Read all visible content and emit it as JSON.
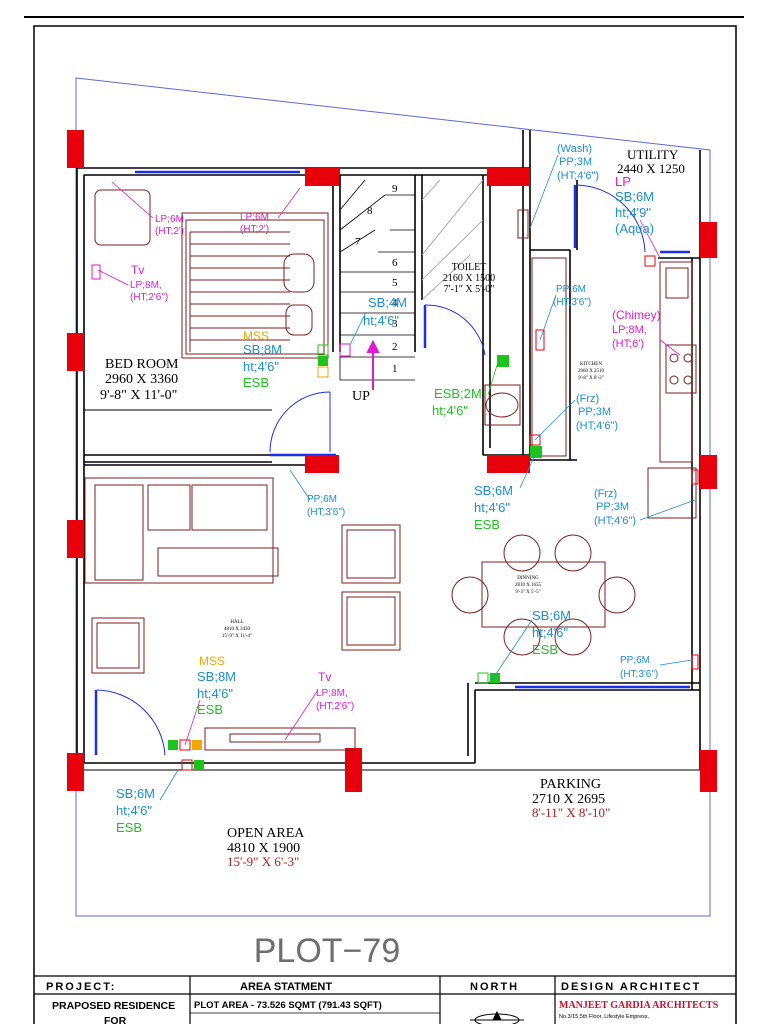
{
  "colors": {
    "wall": "#000000",
    "column": "#e8000b",
    "furniture": "#7b1f1f",
    "blue": "#1d2ee8",
    "cyan": "#1a8fd6",
    "magenta": "#e01ad0",
    "green": "#1ec41e",
    "orange": "#f0a800",
    "dim_red": "#b0201a",
    "plot_title": "#6e6e6e"
  },
  "rooms": {
    "bedroom": {
      "name": "BED ROOM",
      "size": "2960 X 3360",
      "size_ft": "9'-8\" X 11'-0\""
    },
    "toilet": {
      "name": "TOILET",
      "size": "2160 X 1500",
      "size_ft": "7'-1\" X 5'-0\""
    },
    "utility": {
      "name": "UTILITY",
      "size": "2440 X 1250"
    },
    "kitchen": {
      "name": "KITCHEN",
      "size": "2960 X 2510",
      "size_ft": "9'-8\" X 8'-3\""
    },
    "hall": {
      "name": "HALL",
      "size": "4810 X 3450",
      "size_ft": "15'-9\" X 11'-4\""
    },
    "dining": {
      "name": "DINNING",
      "size": "2810 X 1655",
      "size_ft": "9'-3\" X 5'-5\""
    },
    "parking": {
      "name": "PARKING",
      "size": "2710 X 2695",
      "size_ft": "8'-11\" X 8'-10\""
    },
    "open_area": {
      "name": "OPEN AREA",
      "size": "4810 X 1900",
      "size_ft": "15'-9\" X 6'-3\""
    }
  },
  "stair": {
    "steps": [
      "1",
      "2",
      "3",
      "4",
      "5",
      "6",
      "7",
      "8",
      "9"
    ],
    "up_label": "UP"
  },
  "electrical": {
    "bed_lp1": {
      "l1": "LP;6M",
      "l2": "(HT;2')"
    },
    "bed_lp2": {
      "l1": "LP;6M",
      "l2": "(HT;2')"
    },
    "bed_tv": {
      "l1": "Tv",
      "l2": "LP;8M,",
      "l3": "(HT;2'6\")"
    },
    "bed_mss": {
      "l1": "MSS",
      "l2": "SB;8M",
      "l3": "ht;4'6\"",
      "l4": "ESB"
    },
    "stair_sb": {
      "l1": "SB;4M",
      "l2": "ht;4'6\""
    },
    "toilet_esb": {
      "l1": "ESB;2M",
      "l2": "ht;4'6\""
    },
    "wash": {
      "l1": "(Wash)",
      "l2": "PP;3M",
      "l3": "(HT;4'6\")"
    },
    "utility_lp": {
      "l1": "LP",
      "l2": "SB;6M",
      "l3": "ht;4'9\"",
      "l4": "(Aqua)"
    },
    "kitchen_pp": {
      "l1": "PP;6M",
      "l2": "(HT;3'6\")"
    },
    "chimney": {
      "l1": "(Chimey)",
      "l2": "LP;8M,",
      "l3": "(HT;6')"
    },
    "frz1": {
      "l1": "(Frz)",
      "l2": "PP;3M",
      "l3": "(HT;4'6\")"
    },
    "frz2": {
      "l1": "(Frz)",
      "l2": "PP;3M",
      "l3": "(HT;4'6\")"
    },
    "hall_pp": {
      "l1": "PP;6M",
      "l2": "(HT;3'6\")"
    },
    "hall_sb": {
      "l1": "SB;6M",
      "l2": "ht;4'6\"",
      "l3": "ESB"
    },
    "dining_sb": {
      "l1": "SB;6M",
      "l2": "ht;4'6\"",
      "l3": "ESB"
    },
    "dining_pp": {
      "l1": "PP;6M",
      "l2": "(HT;3'6\")"
    },
    "hall_mss": {
      "l1": "MSS",
      "l2": "SB;8M",
      "l3": "ht;4'6\"",
      "l4": "ESB"
    },
    "hall_tv": {
      "l1": "Tv",
      "l2": "LP;8M,",
      "l3": "(HT;2'6\")"
    },
    "entry_sb": {
      "l1": "SB;6M",
      "l2": "ht;4'6\"",
      "l3": "ESB"
    }
  },
  "plot_title": "PLOT−79",
  "title_block": {
    "project_head": "PROJECT:",
    "project_line1": "PRAPOSED RESIDENCE",
    "project_line2": "FOR",
    "area_head": "AREA STATMENT",
    "area_line": "PLOT AREA -   73.526 SQMT  (791.43 SQFT)",
    "north_head": "NORTH",
    "architect_head": "DESIGN ARCHITECT",
    "architect_name": "MANJEET GARDIA ARCHITECTS",
    "architect_addr": "No.3/15,5th Floor, Lifestyle Empress,"
  }
}
